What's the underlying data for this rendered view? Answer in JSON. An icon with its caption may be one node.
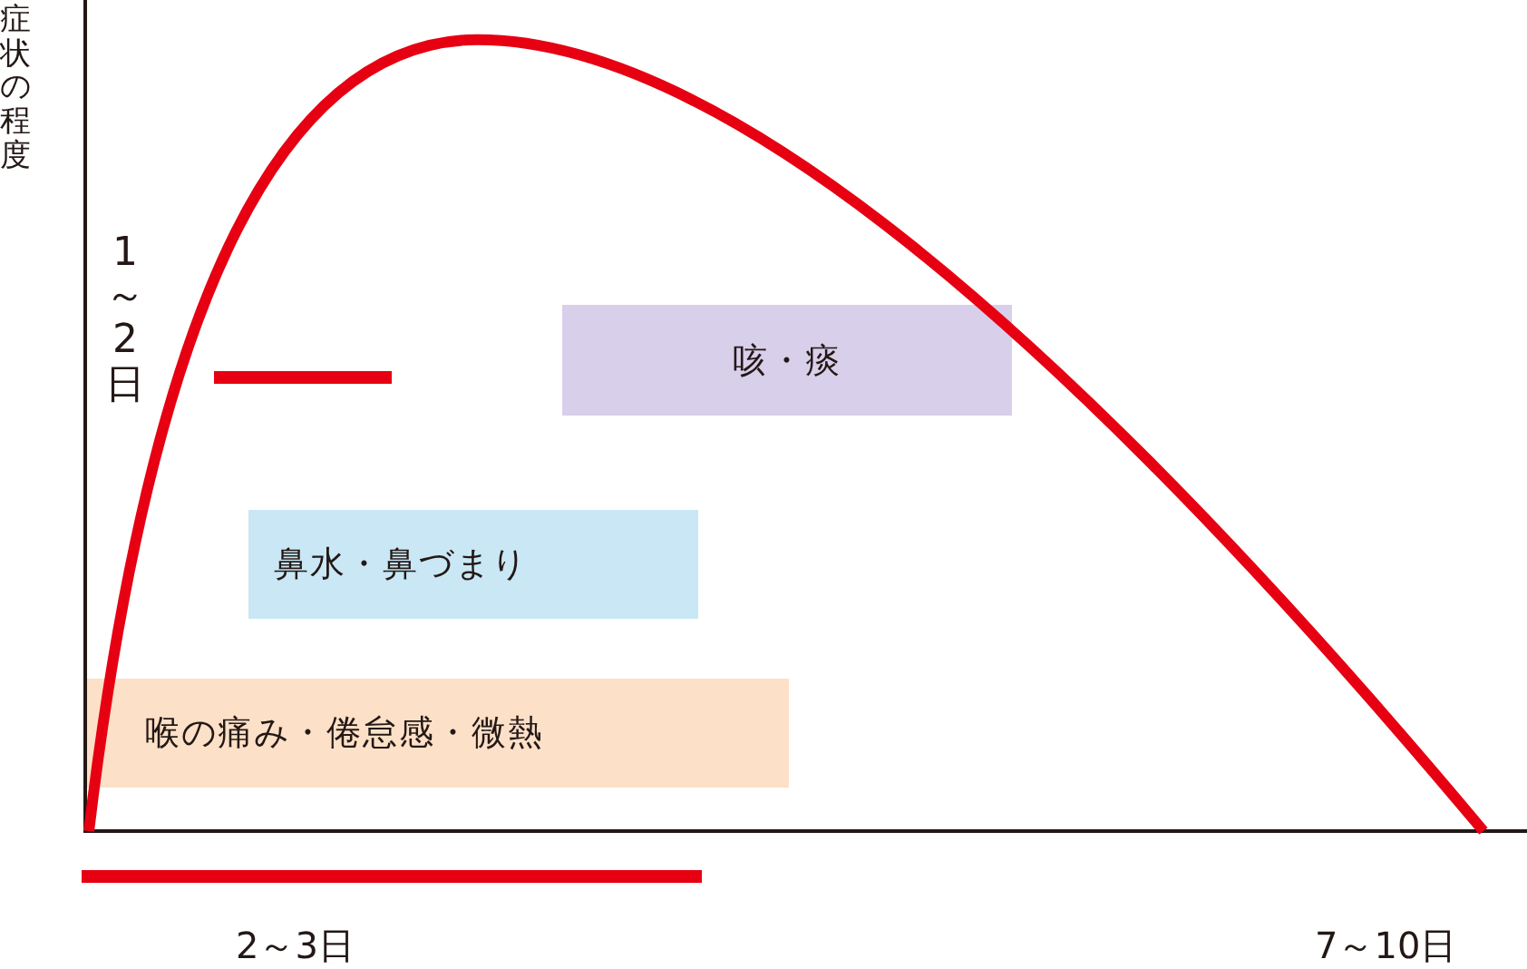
{
  "diagram": {
    "nodes": [
      {
        "text": [
          "咳・痰"
        ]
      },
      {
        "text": [
          "鼻水・鼻づまり"
        ]
      },
      {
        "text": [
          "喉の痛み・倦怠感・微熱"
        ]
      }
    ],
    "labels": [
      "症状の程度",
      "1～2日",
      "2～3日",
      "7～10日"
    ]
  }
}
